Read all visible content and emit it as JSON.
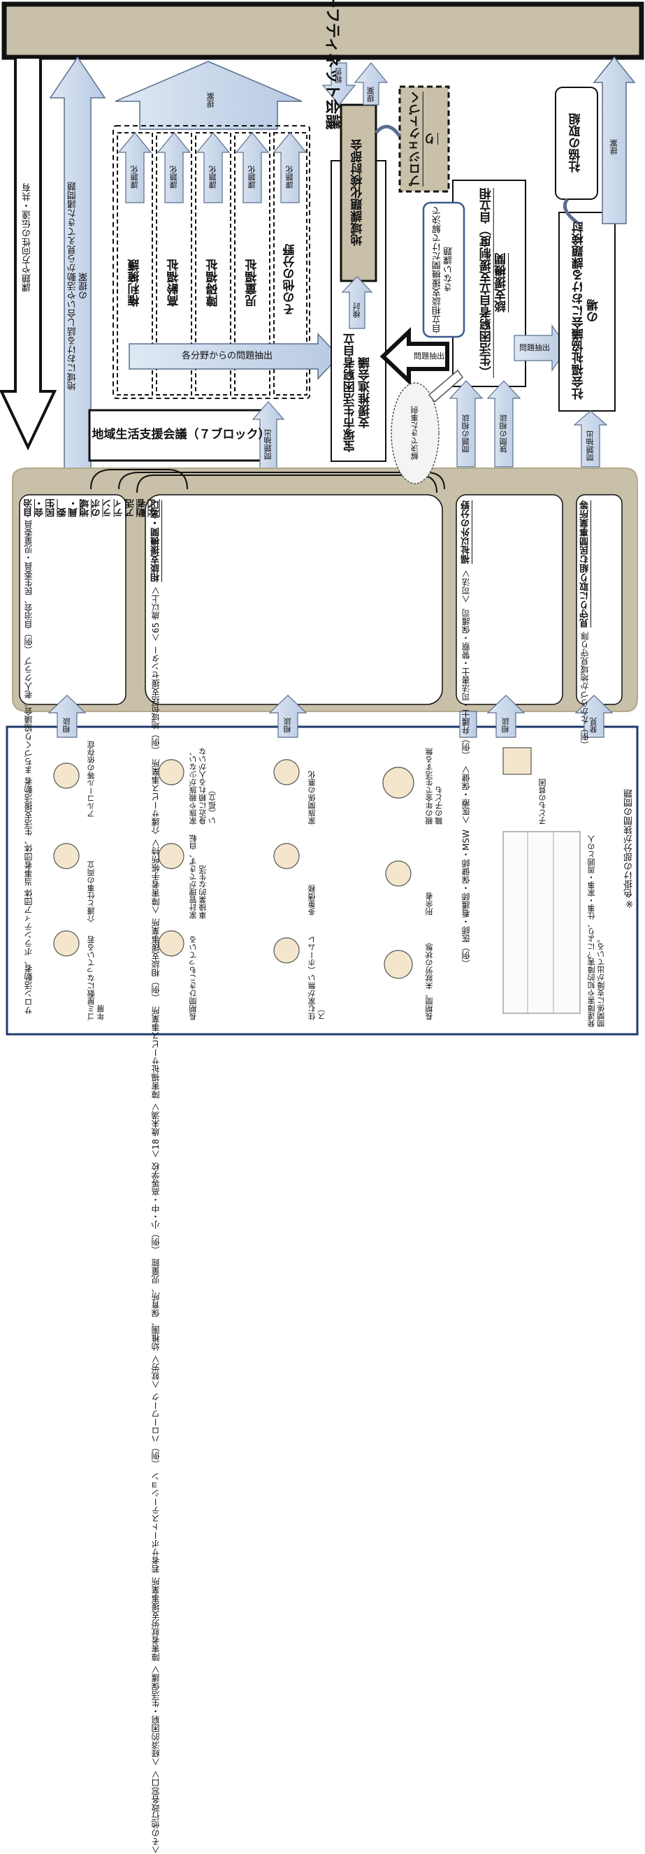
{
  "network_title": "宝塚市セーフティネット会議",
  "left_arrow": "課題や方向性の伝達・共有",
  "region_arrow": "地域における話し合いや活動から見えてきた諸問題の提案",
  "teian": "提案",
  "hokoku": "報告",
  "kentou": "検討",
  "bunya": [
    "権利擁護",
    "高齢福祉",
    "障碍福祉",
    "児童福祉",
    "その他の分野"
  ],
  "kadaika": "課題化",
  "bunya_arrow": "各分野からの問題抽出",
  "chiiki_kaigi": "地域生活支援会議（７ブロック）",
  "mondai_chushutsu": "問題抽出",
  "chiiki_bukai": "地域課題化検討部会",
  "project": "プロジェクトづくり",
  "jiritsu_kaigi": "宝塚市生活困窮者自立支援推進会議",
  "kaiketsu": "解決できた事例",
  "jiritsu_kikan_note": "自立相談支援機関だけで解決できない課題",
  "jiritsu_kikan": "（生活困窮者自立支援制度）自立相談支援機関",
  "shakyo_torikumi": "社協の取組",
  "shakyo_ba": "社会福祉協議会における課題検討の場",
  "mondai_chushutsu2": "問題抽出",
  "hazama_soudan": "狭間の相談",
  "kadai_soudan": "問題の相談",
  "soudan": "相談",
  "hakken": "発見",
  "box_jichikai": {
    "title": "自治会・民生委員・地域のボランティア活動者など",
    "lines": [
      "（例）自治会、民生委員・児童委員",
      "まちづくり協議会、老人クラブ",
      "当事者団体、生活支援活動者",
      "サロン活動者、ボランティア団体"
    ]
  },
  "box_soudan": {
    "title": "相談支援機関・窓口",
    "lines": [
      "＜65 歳以上＞",
      "（例）地域包括支援センター",
      "介護サービス事業所",
      "＜障害者手帳所持＞",
      "（例）相談支援事業所",
      "障害福祉サービス事業所",
      "＜18 歳未満＞",
      "（例）小・中・高等学校",
      "幼稚園、保育所、児童館",
      "＜就労＞",
      "（例）ハローワーク",
      "若者サポートステーション",
      "障害者就労支援事業所",
      "＜経済的困窮・生活保護＞",
      "＜その他行政各窓口＞"
    ]
  },
  "box_fukushi_igai": {
    "title": "福祉以外の分野",
    "lines": [
      "＜司法＞",
      "（例）弁護士・司法書士・警察・保護司",
      "＜医療・保健＞",
      "（例）医師・看護師・保健師・MSW"
    ]
  },
  "box_mimamori": {
    "title": "見守りに取り組む民間事業所等",
    "lines": [
      "（例）たからづか地域見守り隊"
    ]
  },
  "footnote": "※色掛けの部分が狭間の問題",
  "issues": [
    "ゴミ屋敷になっている若年層",
    "長期間ひきこもっている",
    "住む家が無い（ホームレス）",
    "長期間、未就労の状態",
    "刑余者",
    "介護と仕事の両立",
    "家計管理ができず、自転車操業的な生活",
    "多重債務",
    "アルコール等の依存症",
    "家族や親族が少ない、身近に頼れる人がいない（孤立）",
    "家族関係の悪化",
    "親の年金で生活する無職の子ども",
    "子どもの貧困",
    "発達障害や知的障害？により、仕事・家事・周囲との人間関係に支障が出ている。"
  ],
  "colors": {
    "khaki": "#c8c0a8",
    "khaki_dark": "#b3a98c",
    "arrow_fill": "#c9d7ea",
    "arrow_stroke": "#5b6f8c",
    "black": "#111111"
  }
}
